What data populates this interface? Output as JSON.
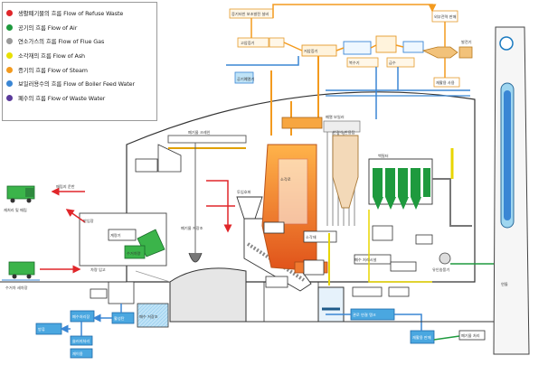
{
  "legend": {
    "items": [
      {
        "label": "생활폐기물의 흐름  Flow of Refuse Waste",
        "color": "#e0262a",
        "icon": "red-dot-icon"
      },
      {
        "label": "공기의 흐름  Flow of Air",
        "color": "#1e9a3e",
        "icon": "green-dot-icon"
      },
      {
        "label": "연소가스의 흐름  Flow of Flue Gas",
        "color": "#9a9a9a",
        "icon": "gray-dot-icon"
      },
      {
        "label": "소각재의 흐름  Flow of Ash",
        "color": "#e8e000",
        "icon": "yellow-dot-icon"
      },
      {
        "label": "증기의 흐름  Flow of Steam",
        "color": "#f39a1e",
        "icon": "orange-dot-icon"
      },
      {
        "label": "보일러용수의 흐름  Flow of Boiler Feed Water",
        "color": "#3a86d4",
        "icon": "blue-dot-icon"
      },
      {
        "label": "폐수의 흐름  Flow of Waste Water",
        "color": "#5a3a9a",
        "icon": "purple-dot-icon"
      }
    ]
  },
  "labels": {
    "top_ext": "증기터빈 보조발전 설비",
    "top_right": "외부전력 판매",
    "generator": "발전기",
    "reuse": "재활용 사용",
    "sub_a": "고압증기",
    "sub_b": "저압증기",
    "sub_c": "복수기",
    "sub_d": "급수",
    "sub_e": "공기예열기",
    "boiler_hdr": "폐열 보일러",
    "crane": "폐기물 크레인",
    "pit": "폐기물 저장조",
    "hopper": "투입호퍼",
    "receive": "계량기",
    "truck": "수거차량",
    "tipping": "반입장",
    "incin": "소각로",
    "ash": "소각재",
    "stack": "연돌",
    "bag": "백필터",
    "spray": "반건식 반응탑",
    "fan": "유인송풍기",
    "left1": "재처리 및 매립",
    "left2": "매립지 운반",
    "left3": "차량 입고",
    "left4": "수거차 세차장",
    "ww1": "폐수처리장",
    "ww2": "방류",
    "ww3": "슬러지처리",
    "ww4": "재이용",
    "ww5": "폐수 저장조",
    "ww6": "활성탄",
    "bottom1": "폐수 처리시설",
    "bottom2": "관로 연결 탱크",
    "bottom3": "재활용 판매",
    "bottom4": "폐기물 처리"
  }
}
